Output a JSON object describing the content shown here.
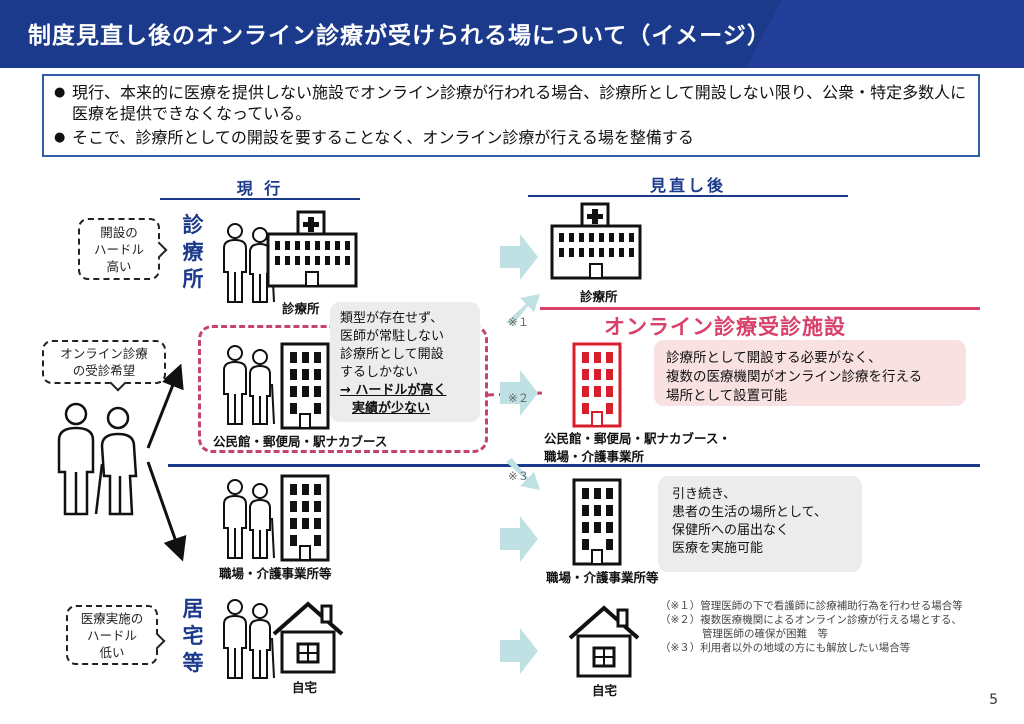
{
  "header": {
    "title": "制度見直し後のオンライン診療が受けられる場について（イメージ）"
  },
  "summary": {
    "bullets": [
      "現行、本来的に医療を提供しない施設でオンライン診療が行われる場合、診療所として開設しない限り、公衆・特定多数人に医療を提供できなくなっている。",
      "そこで、診療所としての開設を要することなく、オンライン診療が行える場を整備する"
    ]
  },
  "columns": {
    "current": "現 行",
    "revised": "見直し後"
  },
  "left": {
    "bubble_clinic": "開設の\nハードル\n高い",
    "label_clinic": "診\n療\n所",
    "caption_clinic": "診療所",
    "bubble_patient": "オンライン診療\nの受診希望",
    "caption_public": "公民館・郵便局・駅ナカブース",
    "grey_current": {
      "lines": [
        "類型が存在せず、",
        "医師が常駐しない",
        "診療所として開設",
        "するしかない"
      ],
      "emph1": "→ ハードルが高く",
      "emph2": "実績が少ない"
    },
    "caption_work": "職場・介護事業所等",
    "bubble_home": "医療実施の\nハードル\n低い",
    "label_home": "居\n宅\n等",
    "caption_home": "自宅"
  },
  "right": {
    "caption_clinic": "診療所",
    "online_title": "オンライン診療受診施設",
    "pink_text": "診療所として開設する必要がなく、\n複数の医療機関がオンライン診療を行える\n場所として設置可能",
    "caption_facility": "公民館・郵便局・駅ナカブース・\n職場・介護事業所",
    "grey_work": "引き続き、\n患者の生活の場所として、\n保健所への届出なく\n医療を実施可能",
    "caption_work": "職場・介護事業所等",
    "caption_home": "自宅"
  },
  "marks": {
    "m1": "※１",
    "m2": "※２",
    "m3": "※３"
  },
  "notes": [
    "（※１）管理医師の下で看護師に診療補助行為を行わせる場合等",
    "（※２）複数医療機関によるオンライン診療が行える場とする、",
    "　　　　管理医師の確保が困難　等",
    "（※３）利用者以外の地域の方にも解放したい場合等"
  ],
  "page_number": "5",
  "colors": {
    "header": "#1c3a8c",
    "accent_pink": "#d8426a",
    "arrow": "#bfe1e4",
    "building_red": "#d81e2c"
  }
}
